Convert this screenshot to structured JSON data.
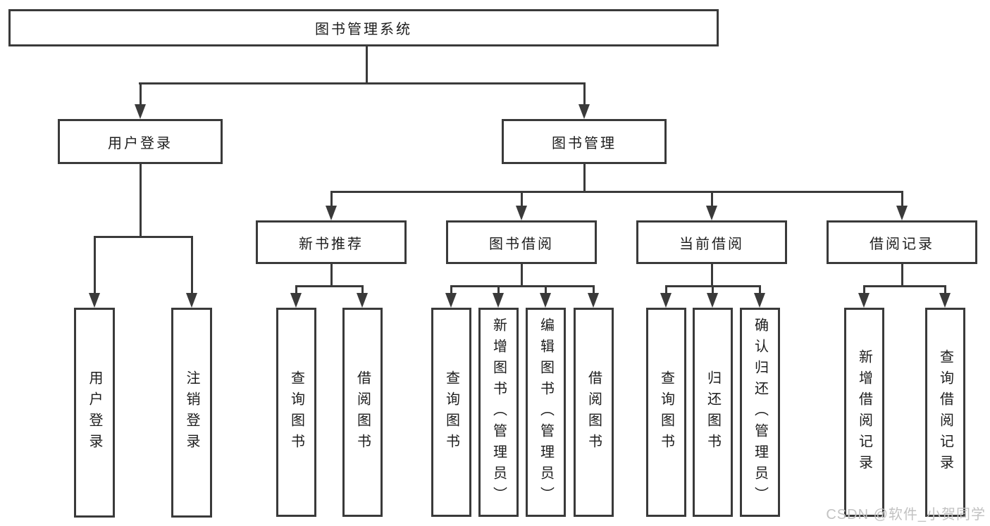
{
  "diagram": {
    "type": "hierarchy-tree",
    "tree": {
      "label": "图书管理系统",
      "children": [
        {
          "label": "用户登录",
          "children": [
            {
              "label": "用户登录"
            },
            {
              "label": "注销登录"
            }
          ]
        },
        {
          "label": "图书管理",
          "children": [
            {
              "label": "新书推荐",
              "children": [
                {
                  "label": "查询图书"
                },
                {
                  "label": "借阅图书"
                }
              ]
            },
            {
              "label": "图书借阅",
              "children": [
                {
                  "label": "查询图书"
                },
                {
                  "label": "新增图书（管理员）"
                },
                {
                  "label": "编辑图书（管理员）"
                },
                {
                  "label": "借阅图书"
                }
              ]
            },
            {
              "label": "当前借阅",
              "children": [
                {
                  "label": "查询图书"
                },
                {
                  "label": "归还图书"
                },
                {
                  "label": "确认归还（管理员）"
                }
              ]
            },
            {
              "label": "借阅记录",
              "children": [
                {
                  "label": "新增借阅记录"
                },
                {
                  "label": "查询借阅记录"
                }
              ]
            }
          ]
        }
      ]
    }
  },
  "watermark": {
    "text": "CSDN @软件_小贺同学"
  },
  "colors": {
    "line": "#3a3a3a",
    "text": "#1d1d1d",
    "background": "#ffffff",
    "watermark": "#c2c2c2"
  }
}
